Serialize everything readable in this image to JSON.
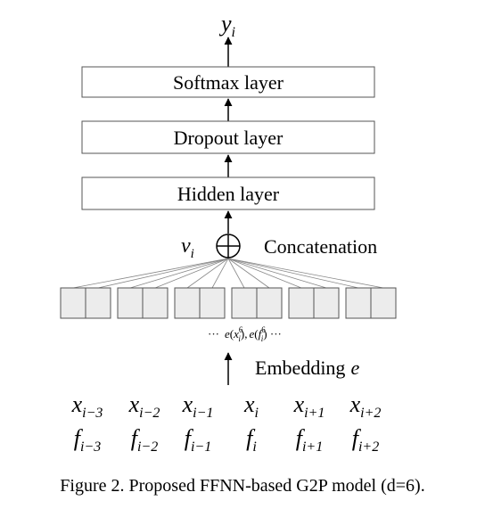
{
  "output": {
    "base": "y",
    "sub": "i"
  },
  "layers": [
    {
      "id": "softmax",
      "label": "Softmax layer"
    },
    {
      "id": "dropout",
      "label": "Dropout layer"
    },
    {
      "id": "hidden",
      "label": "Hidden layer"
    }
  ],
  "concat": {
    "vector_base": "v",
    "vector_sub": "i",
    "label": "Concatenation"
  },
  "embedding_groups": 6,
  "embedding_caption": {
    "lead": "···",
    "e1": "e",
    "x_base": "x",
    "x_sub": "i",
    "x_sup": "6",
    "sep": "),",
    "e2": "e",
    "f_base": "f",
    "f_sub": "i",
    "f_sup": "6",
    "tail": ") ···"
  },
  "embedding_label": {
    "text": "Embedding",
    "var": "e"
  },
  "inputs": {
    "x_row": [
      {
        "base": "x",
        "sub": "i−3"
      },
      {
        "base": "x",
        "sub": "i−2"
      },
      {
        "base": "x",
        "sub": "i−1"
      },
      {
        "base": "x",
        "sub": "i"
      },
      {
        "base": "x",
        "sub": "i+1"
      },
      {
        "base": "x",
        "sub": "i+2"
      }
    ],
    "f_row": [
      {
        "base": "f",
        "sub": "i−3"
      },
      {
        "base": "f",
        "sub": "i−2"
      },
      {
        "base": "f",
        "sub": "i−1"
      },
      {
        "base": "f",
        "sub": "i"
      },
      {
        "base": "f",
        "sub": "i+1"
      },
      {
        "base": "f",
        "sub": "i+2"
      }
    ]
  },
  "caption": "Figure 2. Proposed FFNN-based G2P model (d=6)."
}
